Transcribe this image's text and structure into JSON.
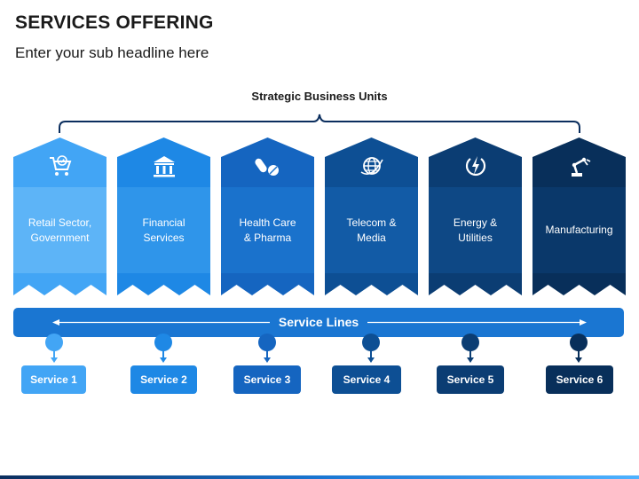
{
  "header": {
    "title": "SERVICES OFFERING",
    "subtitle": "Enter your sub headline here"
  },
  "diagram": {
    "group_label": "Strategic Business Units",
    "units": [
      {
        "label_line1": "Retail Sector,",
        "label_line2": "Government",
        "icon": "shopping-cart-icon",
        "color_top": "#42a5f5",
        "color_body": "#5db4f7"
      },
      {
        "label_line1": "Financial",
        "label_line2": "Services",
        "icon": "bank-icon",
        "color_top": "#1e88e5",
        "color_body": "#2f95ea"
      },
      {
        "label_line1": "Health Care",
        "label_line2": "& Pharma",
        "icon": "pills-icon",
        "color_top": "#1565c0",
        "color_body": "#1a72cc"
      },
      {
        "label_line1": "Telecom &",
        "label_line2": "Media",
        "icon": "globe-icon",
        "color_top": "#0d4f94",
        "color_body": "#125ba6"
      },
      {
        "label_line1": "Energy &",
        "label_line2": "Utilities",
        "icon": "energy-bolt-icon",
        "color_top": "#0b3d73",
        "color_body": "#0e4885"
      },
      {
        "label_line1": "Manufacturing",
        "label_line2": "",
        "icon": "robot-arm-icon",
        "color_top": "#082f5a",
        "color_body": "#0a386a"
      }
    ],
    "service_lines_label": "Service Lines",
    "services": [
      {
        "label": "Service 1",
        "color": "#42a5f5"
      },
      {
        "label": "Service 2",
        "color": "#1e88e5"
      },
      {
        "label": "Service 3",
        "color": "#1565c0"
      },
      {
        "label": "Service 4",
        "color": "#0d4f94"
      },
      {
        "label": "Service 5",
        "color": "#0b3d73"
      },
      {
        "label": "Service 6",
        "color": "#082f5a"
      }
    ]
  }
}
